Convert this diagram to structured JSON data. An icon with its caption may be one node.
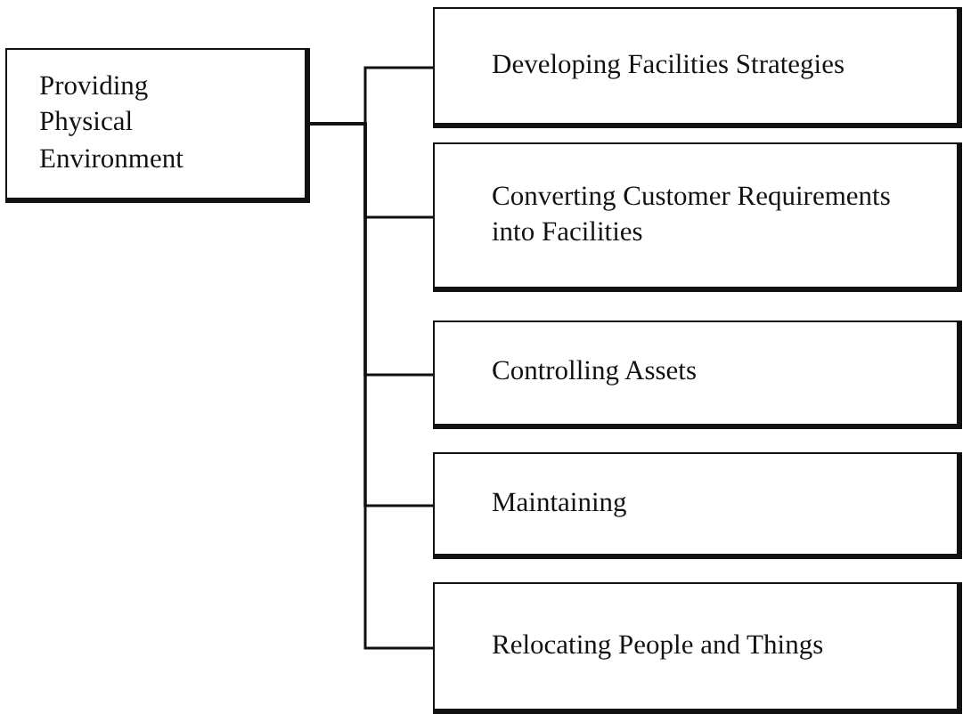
{
  "diagram": {
    "nodes": [
      {
        "text": [
          "Providing Physical Environment"
        ]
      },
      {
        "text": [
          "Developing Facilities Strategies"
        ]
      },
      {
        "text": [
          "Converting Customer Requirements into Facilities"
        ]
      },
      {
        "text": [
          "Controlling Assets"
        ]
      },
      {
        "text": [
          "Maintaining"
        ]
      },
      {
        "text": [
          "Relocating People and Things"
        ]
      }
    ],
    "edges": [
      {
        "from": 0,
        "to": 1,
        "arrow": "none"
      },
      {
        "from": 0,
        "to": 2,
        "arrow": "none"
      },
      {
        "from": 0,
        "to": 3,
        "arrow": "none"
      },
      {
        "from": 0,
        "to": 4,
        "arrow": "none"
      },
      {
        "from": 0,
        "to": 5,
        "arrow": "none"
      }
    ]
  }
}
